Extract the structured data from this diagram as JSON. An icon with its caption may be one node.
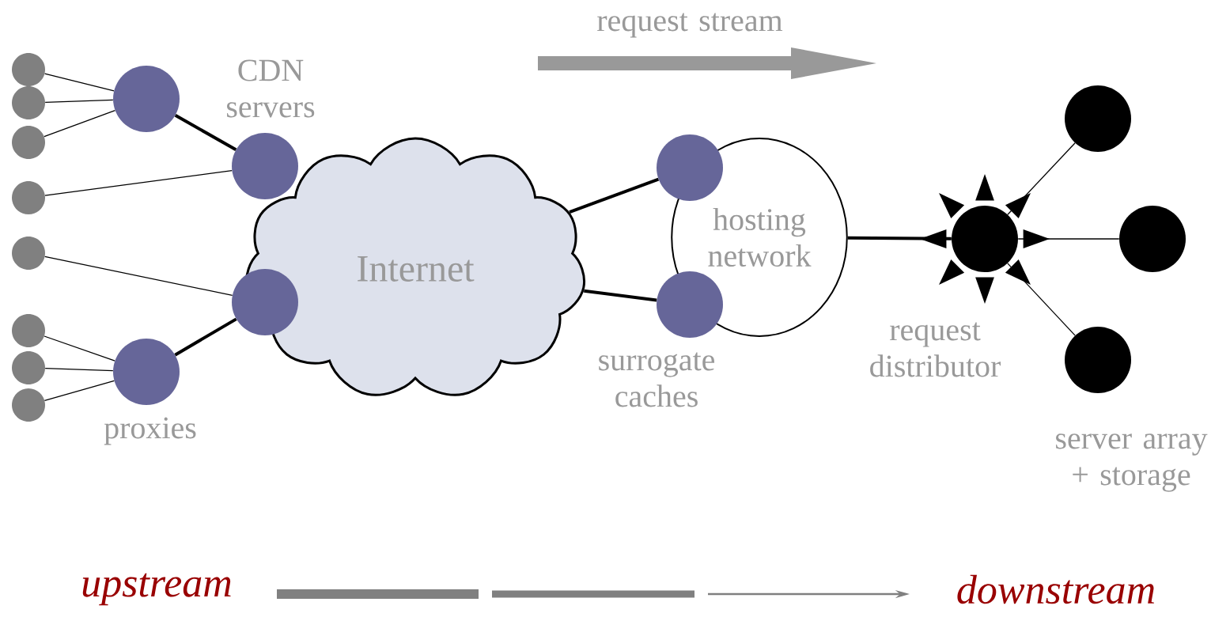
{
  "diagram": {
    "nodes": [
      {
        "text": [
          "Internet"
        ]
      },
      {
        "text": [
          "hosting network"
        ]
      },
      {
        "text": [],
        "shape": "circle"
      },
      {
        "text": [],
        "shape": "circle"
      },
      {
        "text": [],
        "shape": "circle"
      },
      {
        "text": [],
        "shape": "circle"
      },
      {
        "text": [],
        "shape": "circle"
      },
      {
        "text": [],
        "shape": "circle"
      },
      {
        "text": [],
        "shape": "circle"
      },
      {
        "text": [],
        "shape": "circle"
      },
      {
        "text": [],
        "shape": "circle"
      },
      {
        "text": [],
        "shape": "circle"
      },
      {
        "text": [],
        "shape": "circle"
      },
      {
        "text": [],
        "shape": "circle"
      },
      {
        "text": [],
        "shape": "circle"
      },
      {
        "text": [],
        "shape": "circle"
      },
      {
        "text": [],
        "shape": "circle"
      },
      {
        "text": [],
        "shape": "circle"
      },
      {
        "text": [],
        "shape": "circle"
      },
      {
        "text": [],
        "shape": "circle"
      }
    ],
    "edges": [
      {
        "from": 2,
        "to": 10,
        "arrow": "none"
      },
      {
        "from": 3,
        "to": 10,
        "arrow": "none"
      },
      {
        "from": 4,
        "to": 10,
        "arrow": "none"
      },
      {
        "from": 10,
        "to": 11,
        "arrow": "none",
        "style": "thick"
      },
      {
        "from": 5,
        "to": 11,
        "arrow": "none"
      },
      {
        "from": 6,
        "to": 12,
        "arrow": "none"
      },
      {
        "from": 7,
        "to": 13,
        "arrow": "none"
      },
      {
        "from": 8,
        "to": 13,
        "arrow": "none"
      },
      {
        "from": 9,
        "to": 13,
        "arrow": "none"
      },
      {
        "from": 13,
        "to": 12,
        "arrow": "none",
        "style": "thick"
      },
      {
        "from": 0,
        "to": 14,
        "arrow": "none",
        "style": "thick"
      },
      {
        "from": 0,
        "to": 15,
        "arrow": "none",
        "style": "thick"
      },
      {
        "from": 1,
        "to": 16,
        "arrow": "none",
        "style": "thick"
      },
      {
        "from": 16,
        "to": 17,
        "arrow": "none"
      },
      {
        "from": 16,
        "to": 18,
        "arrow": "none"
      },
      {
        "from": 16,
        "to": 19,
        "arrow": "none"
      }
    ],
    "labels": [
      "request stream",
      "CDN servers",
      "proxies",
      "surrogate caches",
      "request distributor",
      "server array + storage",
      "upstream",
      "downstream"
    ]
  }
}
